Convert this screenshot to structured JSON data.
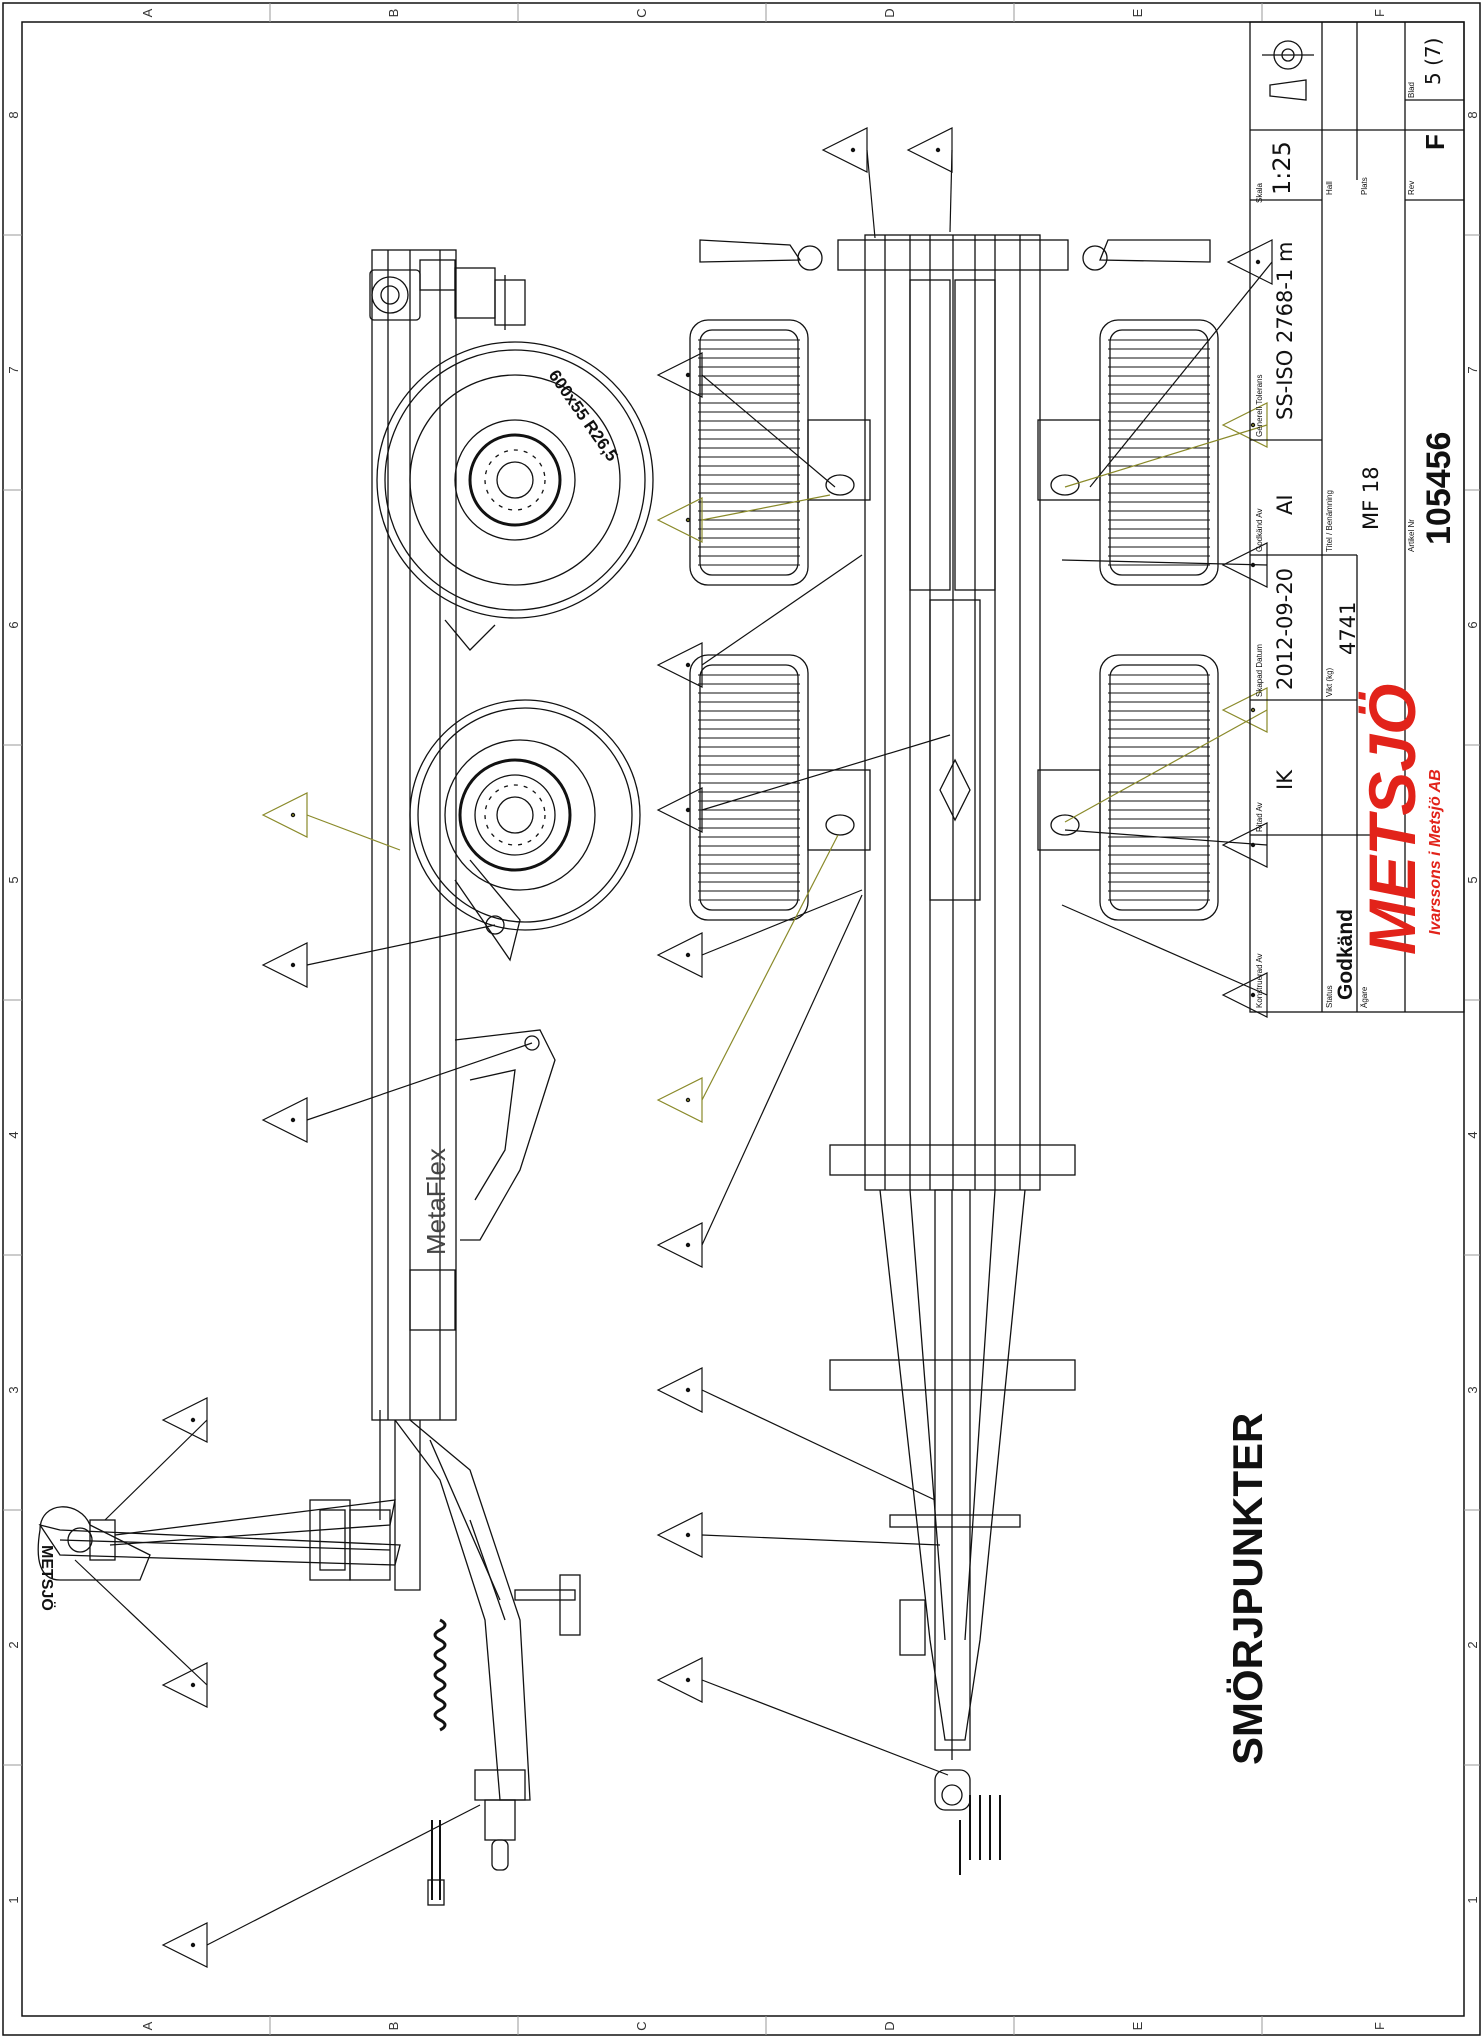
{
  "sheet": {
    "title": "SMÖRJPUNKTER",
    "zone_letters": [
      "A",
      "B",
      "C",
      "D",
      "E",
      "F"
    ],
    "zone_numbers": [
      "1",
      "2",
      "3",
      "4",
      "5",
      "6",
      "7",
      "8"
    ],
    "line_color": "#111111",
    "callout_green": "#8a8a2a",
    "brand_red": "#e2231a"
  },
  "title_block": {
    "scale_label": "Skala",
    "scale": "1:25",
    "projection_icon": "first-angle-projection-icon",
    "hall_label": "Hall",
    "plats_label": "Plats",
    "rev_label": "Rev",
    "rev": "F",
    "blad_label": "Blad",
    "blad": "5 (7)",
    "tolerans_label": "Generell Tolerans",
    "tolerans": "SS-ISO 2768-1 m",
    "godkand_av_label": "Godkänd Av",
    "godkand_av": "AI",
    "titel_label": "Titel / Benämning",
    "titel": "MF 18",
    "artikel_label": "Artikel Nr",
    "artikel": "105456",
    "skapad_label": "Skapad Datum",
    "skapad": "2012-09-20",
    "vikt_label": "Vikt (kg)",
    "vikt": "4741",
    "ritad_label": "Ritad Av",
    "ritad": "IK",
    "konstruerad_label": "Konstruerad Av",
    "status_label": "Status",
    "status": "Godkänd",
    "agare_label": "Ägare",
    "logo_text": "METSJÖ",
    "logo_tagline": "Ivarssons i Metsjö AB"
  },
  "drawing": {
    "tire_label": "600x55 R26,5",
    "side_brand": "MetaFlex",
    "crane_brand": "METSJÖ"
  }
}
